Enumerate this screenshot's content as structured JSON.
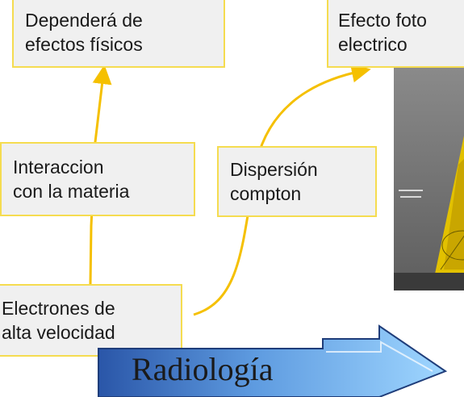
{
  "nodes": {
    "top_left": {
      "line1": "Dependerá de",
      "line2": "efectos físicos"
    },
    "top_right": {
      "line1": "Efecto foto",
      "line2": "electrico"
    },
    "mid_left": {
      "line1": "Interaccion",
      "line2": "con la materia"
    },
    "mid_right": {
      "line1": "Dispersión",
      "line2": "compton"
    },
    "bottom": {
      "line1": "Electrones de",
      "line2": "alta velocidad"
    }
  },
  "banner": {
    "label": "Radiología"
  },
  "colors": {
    "box_fill": "#f0f0f0",
    "box_border": "#f5dc50",
    "connector": "#f5c000",
    "banner_gradient_start": "#2a56a8",
    "banner_gradient_end": "#9fd6ff"
  }
}
